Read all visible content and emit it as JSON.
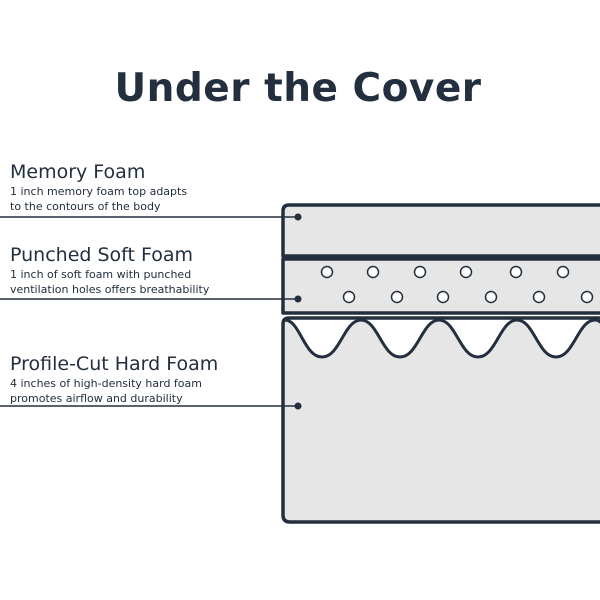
{
  "header": {
    "title": "Under the Cover"
  },
  "layers": [
    {
      "name": "Memory Foam",
      "description_lines": [
        "1 inch memory foam top adapts",
        "to the contours of the body"
      ]
    },
    {
      "name": "Punched Soft Foam",
      "description_lines": [
        "1 inch of soft foam with punched",
        "ventilation holes offers breathability"
      ]
    },
    {
      "name": "Profile-Cut Hard Foam",
      "description_lines": [
        "4 inches of high-density hard foam",
        "promotes airflow and durability"
      ]
    }
  ],
  "colors": {
    "outline": "#232f3e",
    "foam_fill": "#e6e6e6",
    "hole_fill": "#ffffff",
    "background": "#ffffff"
  }
}
